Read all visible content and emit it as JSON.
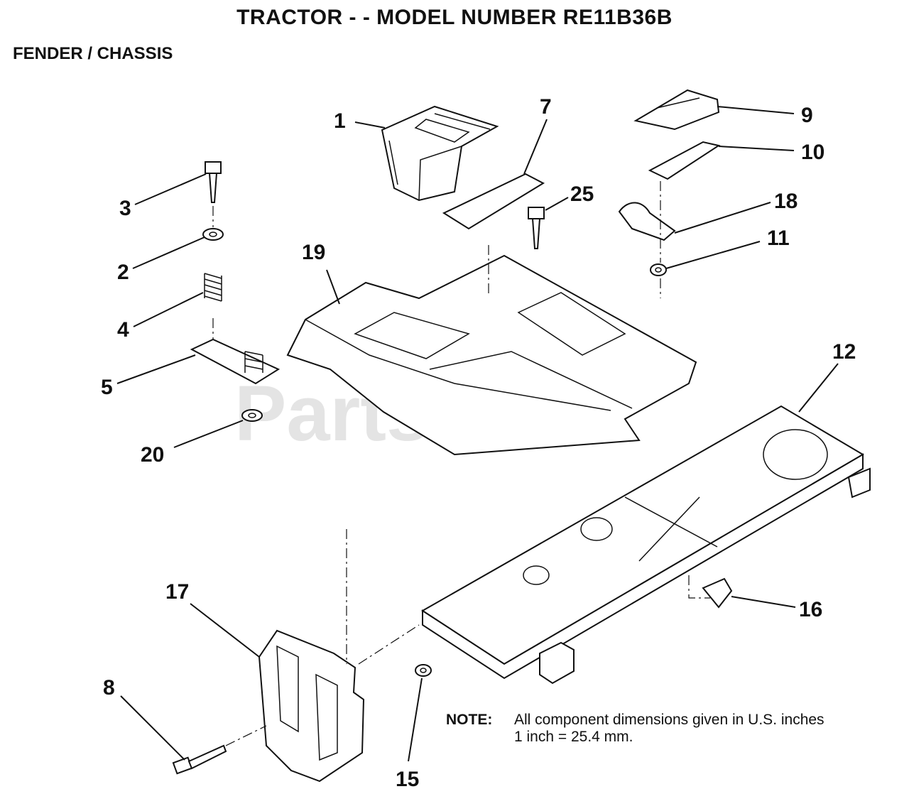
{
  "header": {
    "title": "TRACTOR - - MODEL NUMBER RE11B36B",
    "subtitle": "FENDER / CHASSIS"
  },
  "watermark": "PartsTree",
  "callouts": [
    "1",
    "7",
    "9",
    "10",
    "25",
    "18",
    "3",
    "11",
    "2",
    "19",
    "4",
    "12",
    "5",
    "20",
    "16",
    "17",
    "8",
    "15"
  ],
  "note": {
    "label": "NOTE:",
    "line1": "All component dimensions given in U.S. inches",
    "line2": "1 inch = 25.4 mm."
  }
}
